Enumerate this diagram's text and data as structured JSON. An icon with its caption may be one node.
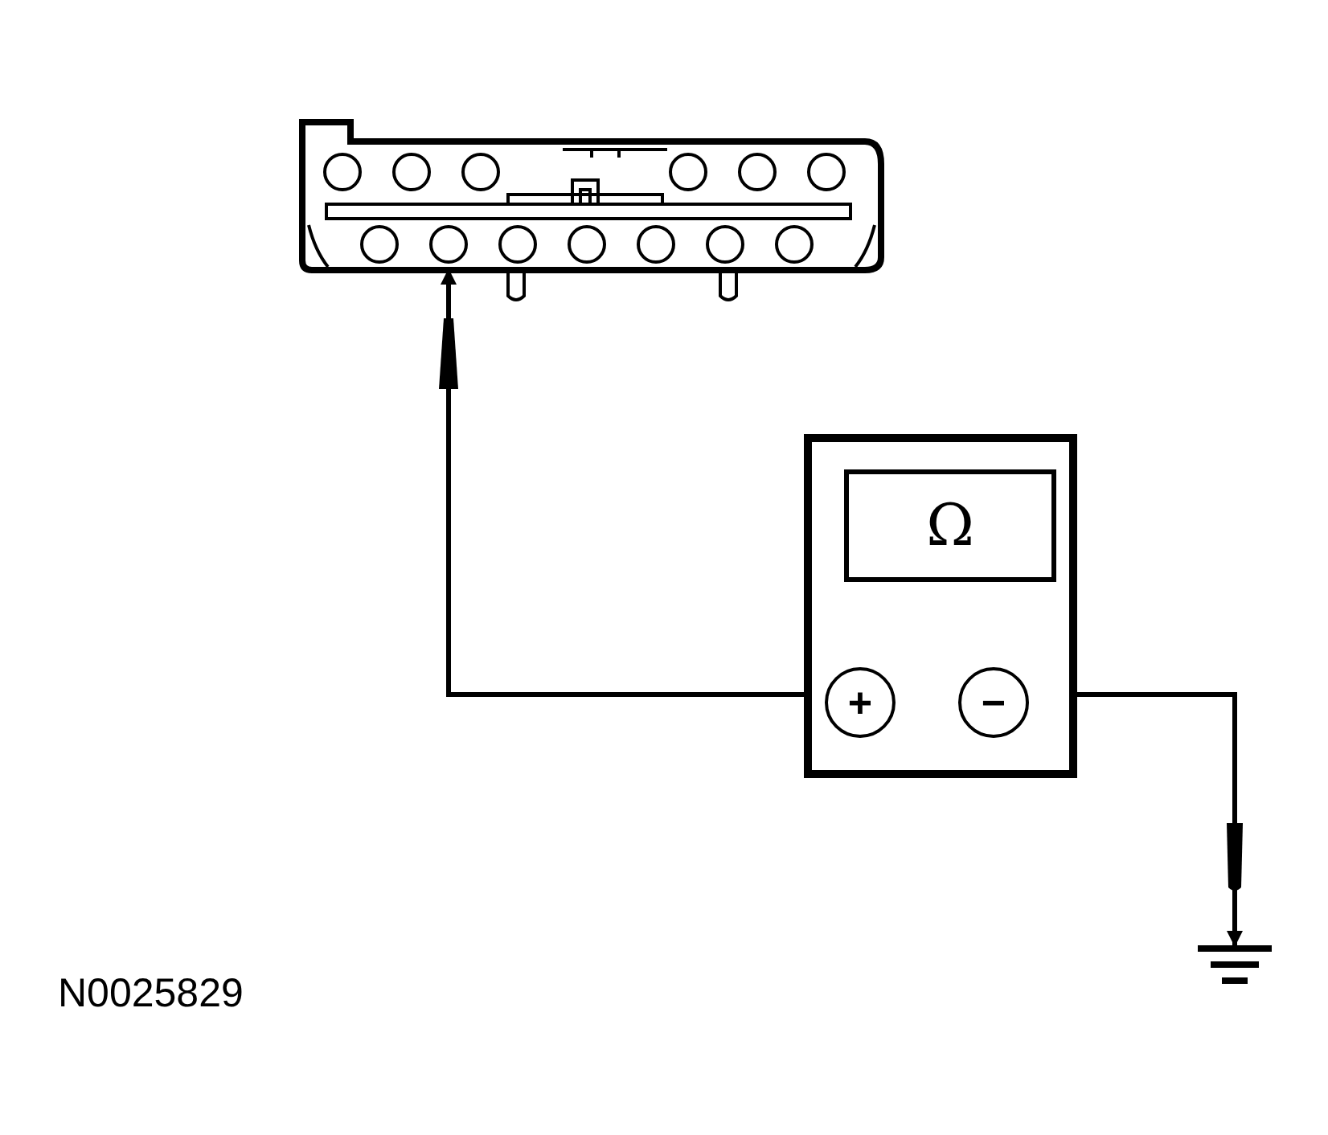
{
  "diagram": {
    "nodes": [
      {
        "text": [],
        "shape": "picture"
      },
      {
        "text": [],
        "shape": "box"
      },
      {
        "text": [
          "Ω"
        ],
        "in": 1
      },
      {
        "text": [
          "+"
        ],
        "in": 1
      },
      {
        "text": [
          "−"
        ],
        "in": 1
      },
      {
        "text": [],
        "shape": "picture"
      }
    ],
    "edges": [
      {
        "from": 3,
        "to": 0,
        "arrow": "to"
      },
      {
        "from": 4,
        "to": 5,
        "arrow": "to"
      }
    ],
    "labels": [
      "N0025829"
    ]
  }
}
